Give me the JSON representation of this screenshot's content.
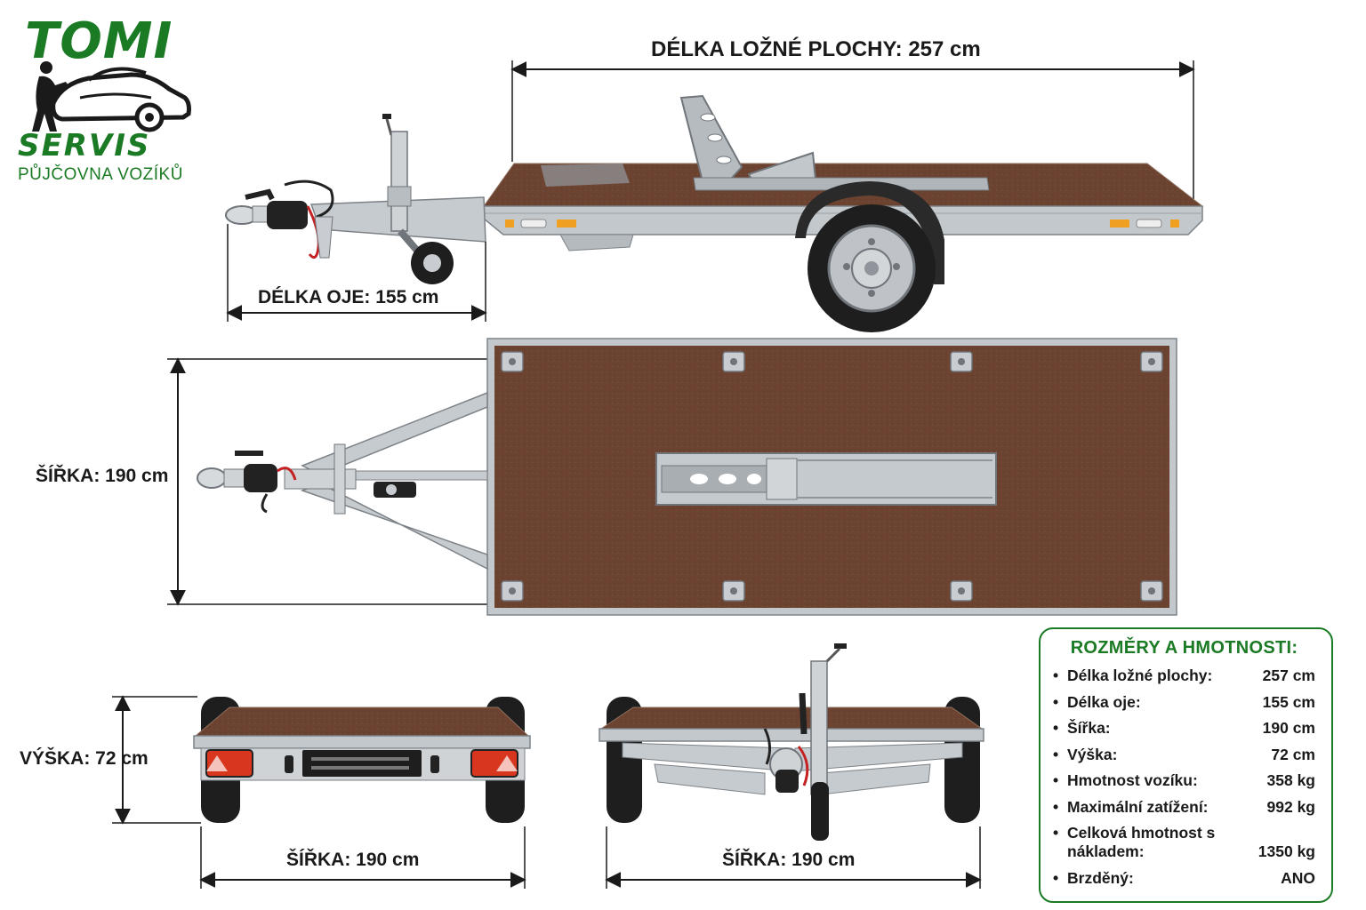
{
  "logo": {
    "word_top": "TOMI",
    "word_bottom": "SERVIS",
    "subtitle": "PŮJČOVNA VOZÍKŮ",
    "brand_color": "#1b7a24",
    "icon": "mechanic-car-icon"
  },
  "dimensions": {
    "bed_length": "DÉLKA LOŽNÉ PLOCHY: 257 cm",
    "tongue_length": "DÉLKA OJE: 155 cm",
    "width_top": "ŠÍŘKA: 190 cm",
    "height": "VÝŠKA: 72 cm",
    "width_rear": "ŠÍŘKA: 190 cm",
    "width_front": "ŠÍŘKA: 190 cm"
  },
  "specs": {
    "title": "ROZMĚRY A HMOTNOSTI:",
    "bullet": "•",
    "rows": [
      {
        "label": "Délka ložné plochy:",
        "value": "257 cm"
      },
      {
        "label": "Délka oje:",
        "value": "155 cm"
      },
      {
        "label": "Šířka:",
        "value": "190 cm"
      },
      {
        "label": "Výška:",
        "value": "72 cm"
      },
      {
        "label": "Hmotnost vozíku:",
        "value": "358 kg"
      },
      {
        "label": "Maximální zatížení:",
        "value": "992 kg"
      },
      {
        "label": "Celková hmotnost s nákladem:",
        "value": "1350 kg"
      },
      {
        "label": "Brzděný:",
        "value": "ANO"
      }
    ]
  },
  "colors": {
    "deck": "#6b4330",
    "galvanized": "#b9bec2",
    "tyre": "#1e1e1e",
    "accent_green": "#1b7a24",
    "taillight": "#d8361e",
    "side_marker": "#f0a020"
  }
}
